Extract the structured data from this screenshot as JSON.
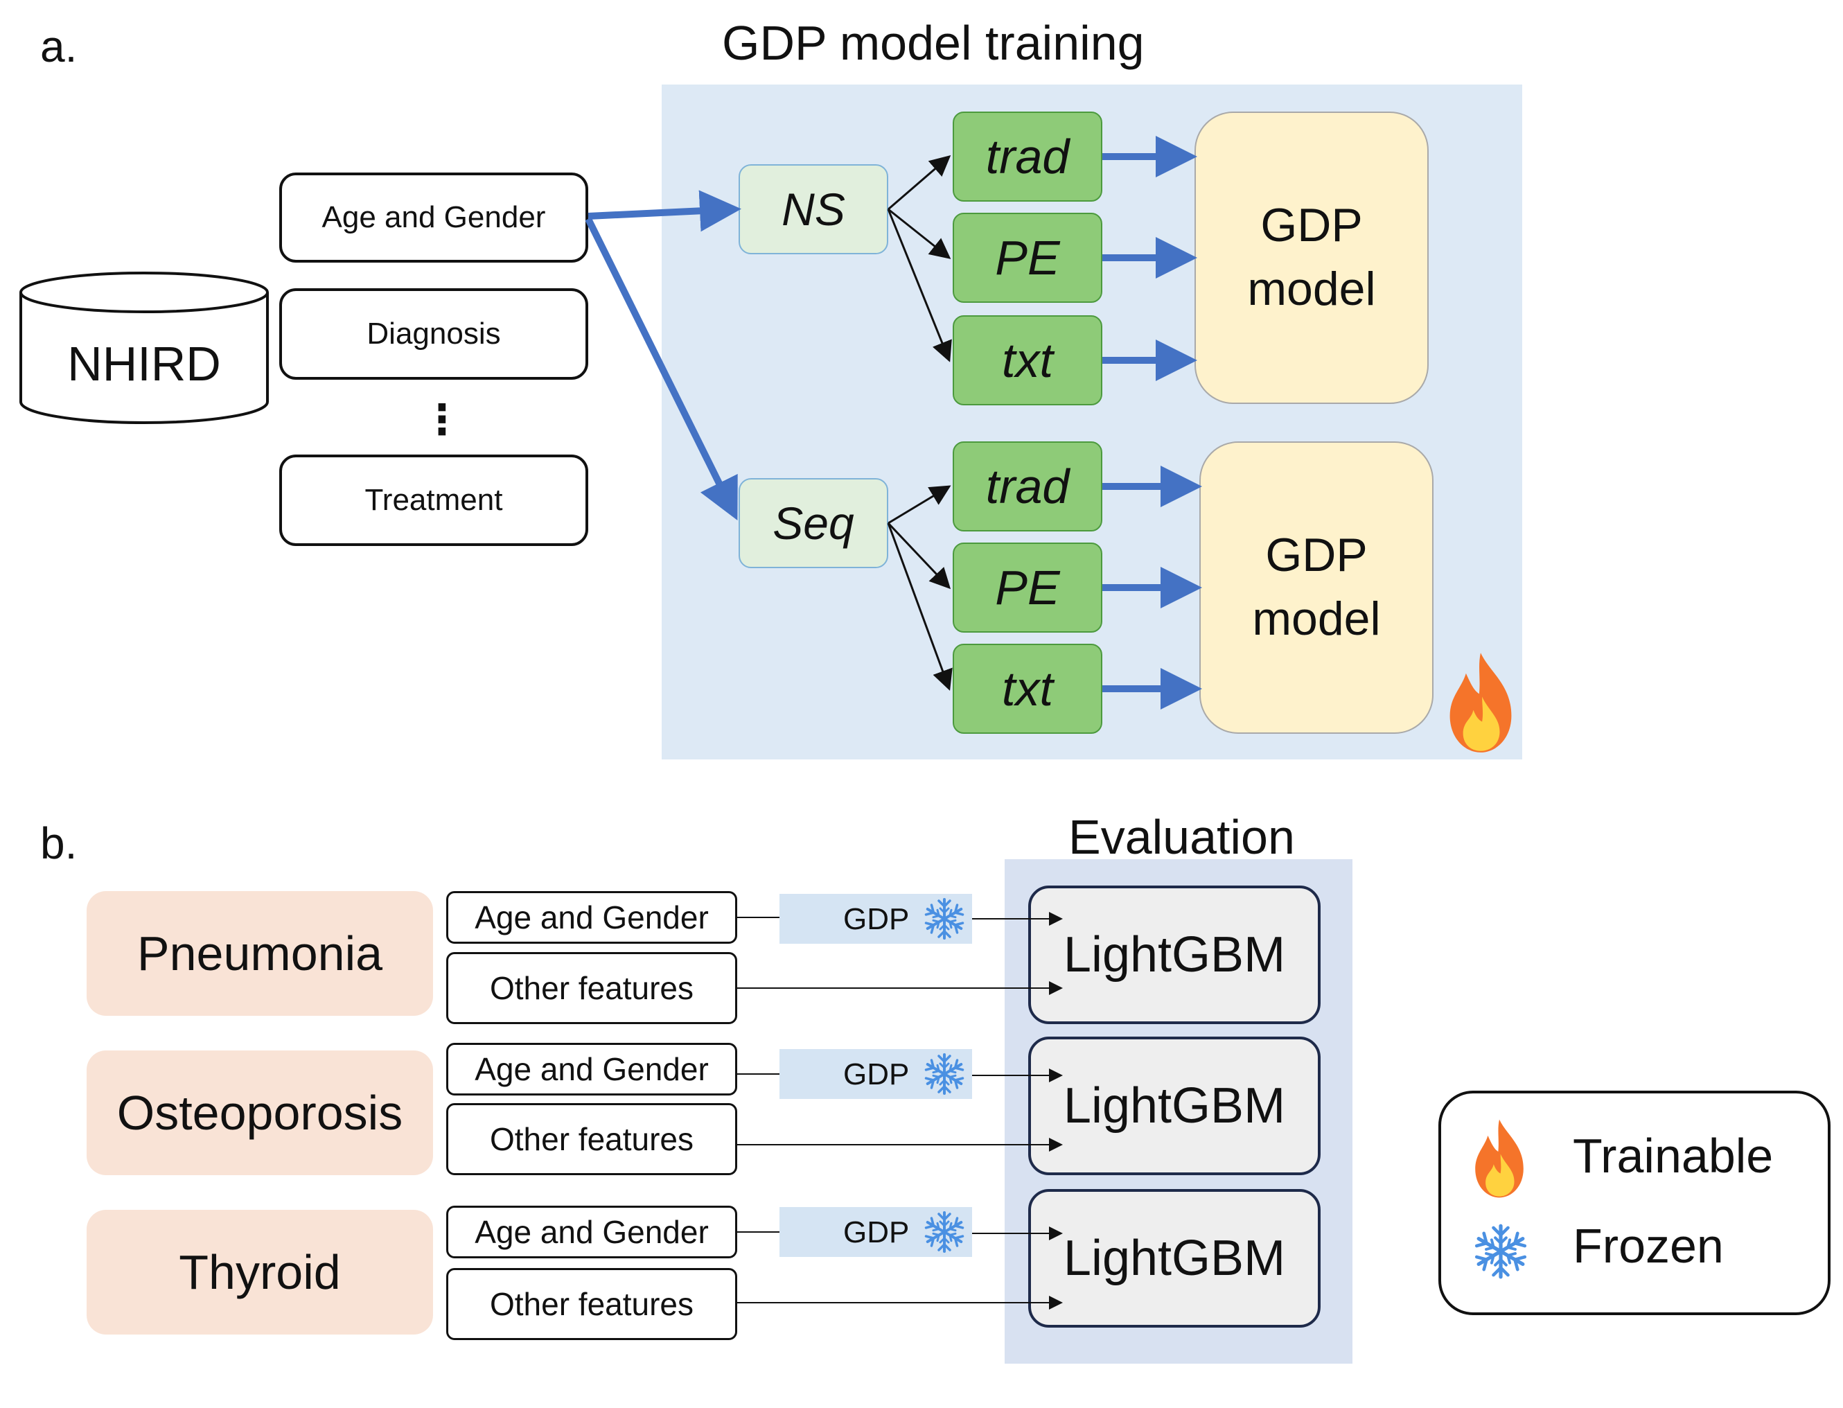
{
  "panel_a": {
    "label": "a.",
    "title": "GDP model training",
    "database": "NHIRD",
    "sources": [
      "Age and Gender",
      "Diagnosis",
      "Treatment"
    ],
    "ellipsis": "⋮",
    "encodings": [
      "NS",
      "Seq"
    ],
    "variants": [
      "trad",
      "PE",
      "txt"
    ],
    "model_label": "GDP model"
  },
  "panel_b": {
    "label": "b.",
    "title": "Evaluation",
    "diseases": [
      "Pneumonia",
      "Osteoporosis",
      "Thyroid"
    ],
    "feature_top": "Age and Gender",
    "feature_bottom": "Other features",
    "gdp_tag": "GDP",
    "classifier": "LightGBM"
  },
  "legend": {
    "trainable": "Trainable",
    "frozen": "Frozen"
  },
  "colors": {
    "arrow_blue": "#4472c4",
    "training_region": "#dde9f5",
    "evaluation_region": "#d8e1f1",
    "snowflake": "#4a90e2",
    "flame_outer": "#f5742a",
    "flame_inner": "#ffd23f"
  },
  "icons": {
    "trainable": "flame-icon",
    "frozen": "snowflake-icon"
  }
}
